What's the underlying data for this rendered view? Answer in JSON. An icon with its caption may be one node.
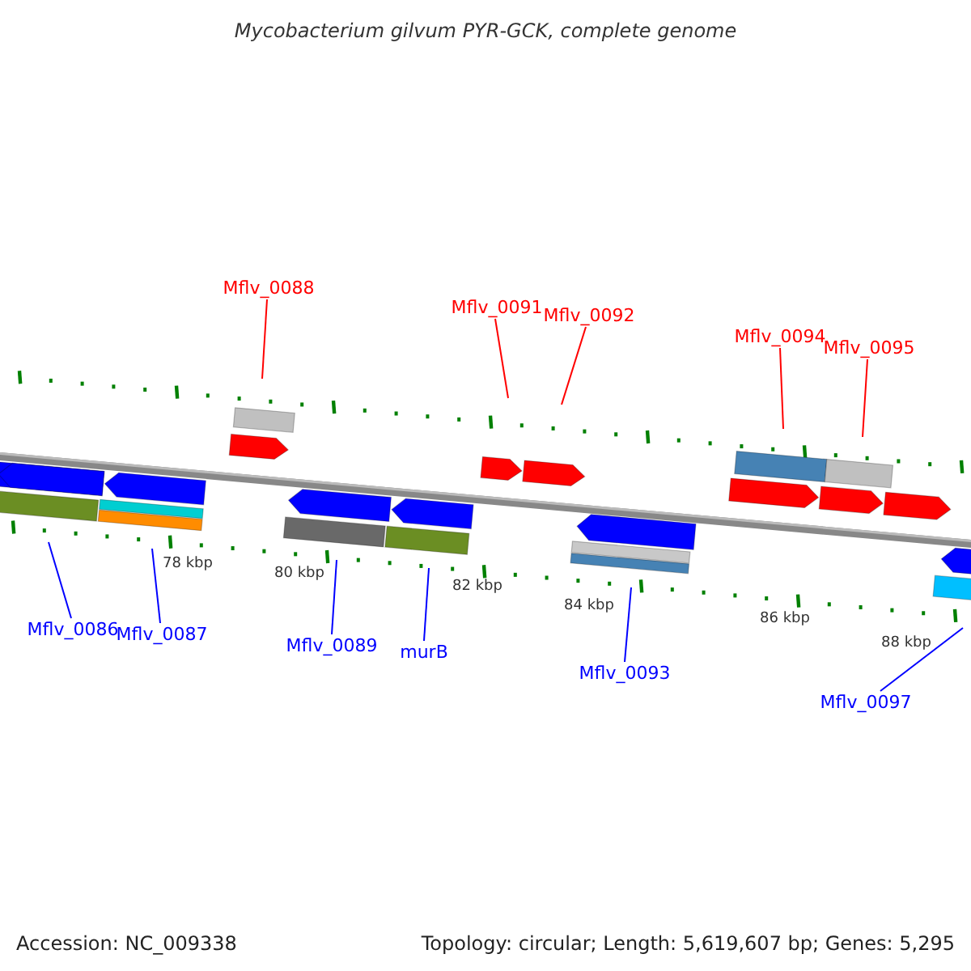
{
  "diagram": {
    "title": "Mycobacterium gilvum PYR-GCK, complete genome",
    "nodes": [
      {
        "text": [
          "Mflv_0088"
        ]
      },
      {
        "text": [
          "Mflv_0091"
        ]
      },
      {
        "text": [
          "Mflv_0092"
        ]
      },
      {
        "text": [
          "Mflv_0094"
        ]
      },
      {
        "text": [
          "Mflv_0095"
        ]
      },
      {
        "text": [
          "Mflv_0086"
        ]
      },
      {
        "text": [
          "Mflv_0087"
        ]
      },
      {
        "text": [
          "Mflv_0089"
        ]
      },
      {
        "text": [
          "murB"
        ]
      },
      {
        "text": [
          "Mflv_0093"
        ]
      },
      {
        "text": [
          "Mflv_0097"
        ]
      }
    ],
    "edges": [
      {
        "from": 0,
        "to": null,
        "arrow": "none",
        "color": "#ff0000"
      },
      {
        "from": 1,
        "to": null,
        "arrow": "none",
        "color": "#ff0000"
      },
      {
        "from": 2,
        "to": null,
        "arrow": "none",
        "color": "#ff0000"
      },
      {
        "from": 3,
        "to": null,
        "arrow": "none",
        "color": "#ff0000"
      },
      {
        "from": 4,
        "to": null,
        "arrow": "none",
        "color": "#ff0000"
      },
      {
        "from": 5,
        "to": null,
        "arrow": "none"
      },
      {
        "from": 6,
        "to": null,
        "arrow": "none"
      },
      {
        "from": 7,
        "to": null,
        "arrow": "none"
      },
      {
        "from": 8,
        "to": null,
        "arrow": "none"
      },
      {
        "from": 9,
        "to": null,
        "arrow": "none"
      },
      {
        "from": 10,
        "to": null,
        "arrow": "none"
      }
    ],
    "labels": [
      "78 kbp",
      "80 kbp",
      "82 kbp",
      "84 kbp",
      "86 kbp",
      "88 kbp",
      "Accession: NC_009338",
      "Topology: circular; Length: 5,619,607 bp; Genes: 5,295"
    ]
  }
}
